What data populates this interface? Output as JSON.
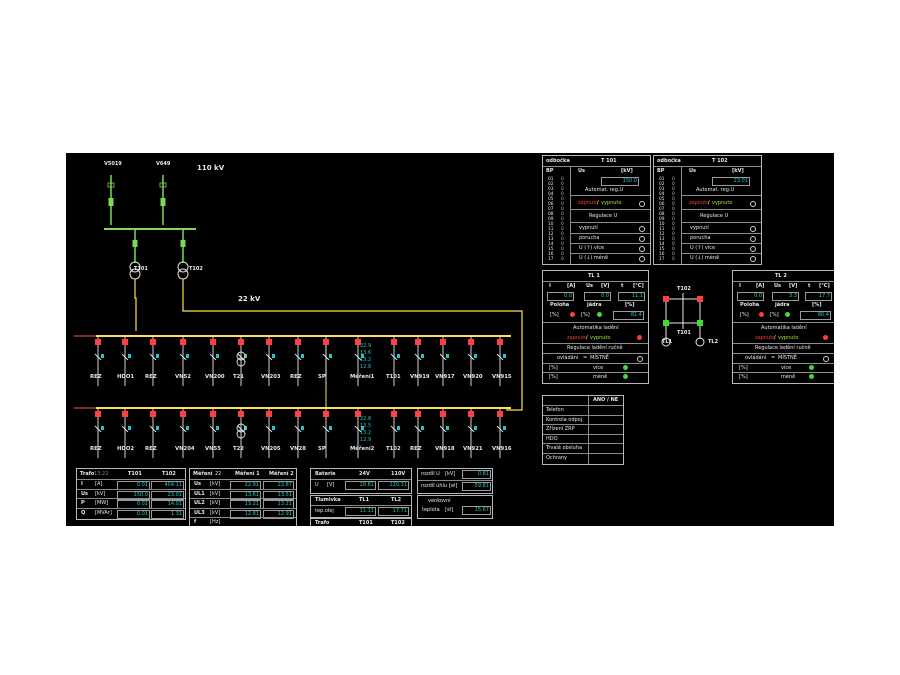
{
  "colors": {
    "background": "#000000",
    "busbar": "#ffe14a",
    "line": "#7ed957",
    "accent": "#22c7c7",
    "alarm": "#ff3b3b",
    "ok": "#3ddc3d"
  },
  "hv": {
    "feeders": [
      "V5019",
      "V649"
    ],
    "voltage": "110 kV",
    "mv_voltage": "22 kV",
    "transformers": [
      "T101",
      "T102"
    ]
  },
  "bus1": {
    "feeders": [
      "REZ",
      "HDO1",
      "REZ",
      "VN52",
      "VN200",
      "T21",
      "VN203",
      "REZ",
      "SP",
      "Měření1",
      "T101",
      "VN919",
      "VN917",
      "VN920",
      "VN915"
    ],
    "measure": [
      "22.9",
      "13.6",
      "13.2",
      "12.8"
    ]
  },
  "bus2": {
    "feeders": [
      "REZ",
      "HDO2",
      "REZ",
      "VN204",
      "VN55",
      "T22",
      "VN205",
      "VN28",
      "SP",
      "Měření2",
      "T102",
      "REZ",
      "VN918",
      "VN921",
      "VN916"
    ],
    "measure": [
      "22.8",
      "13.5",
      "13.2",
      "12.9"
    ]
  },
  "odbocka1": {
    "title": "odbočka",
    "name": "T 101",
    "col_bp": "BP",
    "col_us": "Us",
    "unit_kv": "[kV]",
    "value": "150.0",
    "auto_reg": "Automat. reg.U",
    "zapnuto": "zapnuto",
    "vypnuto": "vypnuto",
    "regulace": "Regulace U",
    "rows": [
      "vypnutí",
      "porucha",
      "U (↑) více",
      "U (↓) méně"
    ],
    "bp_list": [
      "01",
      "02",
      "03",
      "04",
      "05",
      "06",
      "07",
      "08",
      "09",
      "10",
      "11",
      "12",
      "13",
      "14",
      "15",
      "16",
      "17"
    ]
  },
  "odbocka2": {
    "title": "odbočka",
    "name": "T 102",
    "col_bp": "BP",
    "col_us": "Us",
    "unit_kv": "[kV]",
    "value": "23.01",
    "auto_reg": "Automat. reg.U",
    "zapnuto": "zapnuto",
    "vypnuto": "vypnuto",
    "regulace": "Regulace U",
    "rows": [
      "vypnutí",
      "porucha",
      "U (↑) více",
      "U (↓) méně"
    ]
  },
  "tl1": {
    "title": "TL 1",
    "headers": [
      "I",
      "[A]",
      "Us",
      "[V]",
      "t",
      "[°C]"
    ],
    "values": [
      "0.0",
      "0.0",
      "11.1"
    ],
    "poloha": "Poloha",
    "jadra": "jádra",
    "pct": "[%]",
    "p_unit": "[%]",
    "p_value": "81.4",
    "auto": "Automatika ladění",
    "regulace": "Regulace ladění ručně",
    "ovladani": "ovládání",
    "mistne": "MÍSTNĚ",
    "vice": "více",
    "mene": "méně",
    "unit": "[%]"
  },
  "tl2": {
    "title": "TL 2",
    "headers": [
      "I",
      "[A]",
      "Us",
      "[V]",
      "t",
      "[°C]"
    ],
    "values": [
      "0.0",
      "3.3",
      "17.7"
    ],
    "poloha": "Poloha",
    "jadra": "jádra",
    "pct": "[%]",
    "p_value": "86.4"
  },
  "mini": {
    "t102": "T102",
    "t101": "T101",
    "tl1": "TL1",
    "tl2": "TL2"
  },
  "status": {
    "header": "ANO / NE",
    "rows": [
      "Telefon",
      "Kontrola odpoj.",
      "Zřízení ZRP",
      "HDO",
      "Trvalá obsluha",
      "Ochrany"
    ]
  },
  "trafo_table": {
    "title": "Trafo",
    "time": "13:22",
    "cols": [
      "T101",
      "T102"
    ],
    "rows": [
      [
        "I",
        "[A]",
        "0.01",
        "404.11"
      ],
      [
        "Us",
        "[kV]",
        "150.0",
        "23.01"
      ],
      [
        "P",
        "[MW]",
        "0.01",
        "14.01"
      ],
      [
        "Q",
        "[MVAr]",
        "0.01",
        "1.31"
      ]
    ]
  },
  "mereni_table": {
    "title": "Měření",
    "id": "22",
    "cols": [
      "Měření 1",
      "Měření 2"
    ],
    "rows": [
      [
        "Us",
        "[kV]",
        "22.91",
        "22.87"
      ],
      [
        "UL1",
        "[kV]",
        "13.61",
        "13.51"
      ],
      [
        "UL2",
        "[kV]",
        "13.21",
        "13.21"
      ],
      [
        "UL3",
        "[kV]",
        "12.81",
        "12.91"
      ],
      [
        "f",
        "[Hz]",
        "",
        ""
      ]
    ]
  },
  "baterie": {
    "title": "Baterie",
    "cols": [
      "24V",
      "110V"
    ],
    "row_label": "U",
    "unit": "[V]",
    "values": [
      "28.81",
      "120.31"
    ]
  },
  "rozsah": {
    "rows": [
      [
        "rozdíl U",
        "[kV]",
        "0.81"
      ],
      [
        "rozdíl úhlu",
        "[el]",
        "-59.81"
      ]
    ]
  },
  "tlumivka": {
    "title": "Tlumivka",
    "cols": [
      "TL1",
      "TL2"
    ],
    "row_label": "tep.olej",
    "values": [
      "11.11",
      "17.71"
    ]
  },
  "venkovni": {
    "label1": "venkovní",
    "label2": "teplota",
    "unit": "[st]",
    "value": "15.67"
  },
  "trafo2": {
    "title": "Trafo",
    "cols": [
      "T101",
      "T102"
    ]
  }
}
